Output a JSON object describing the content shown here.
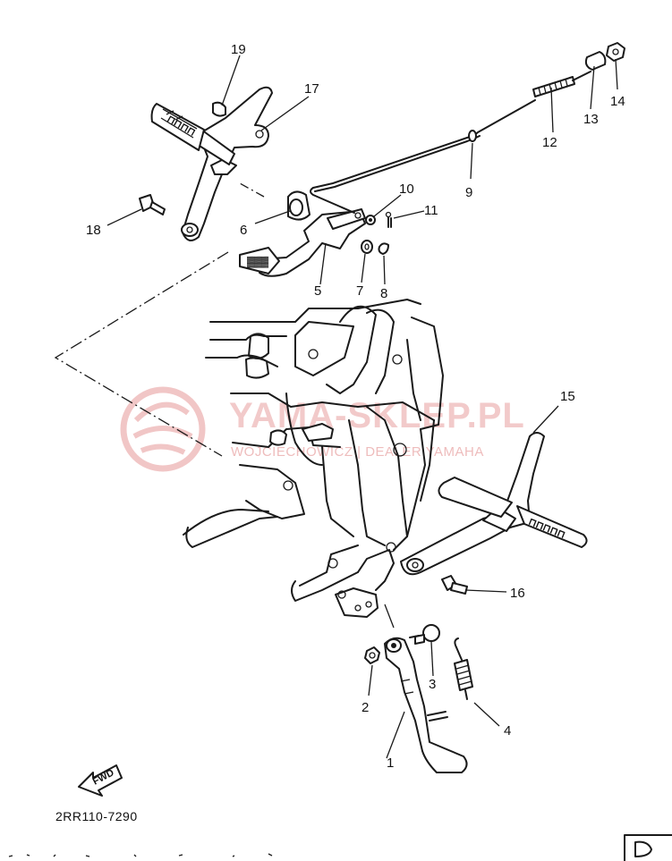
{
  "diagram_code": "2RR110-7290",
  "fwd_label": "FWD",
  "watermark": {
    "title": "YAMA-SKLEP.PL",
    "subtitle": "WOJCIECHOWICZ | DEALER YAMAHA"
  },
  "callouts": [
    "1",
    "2",
    "3",
    "4",
    "5",
    "6",
    "7",
    "8",
    "9",
    "10",
    "11",
    "12",
    "13",
    "14",
    "15",
    "16",
    "17",
    "18",
    "19"
  ],
  "colors": {
    "line": "#1a1a1a",
    "watermark": "#e8a0a0",
    "background": "#ffffff"
  }
}
